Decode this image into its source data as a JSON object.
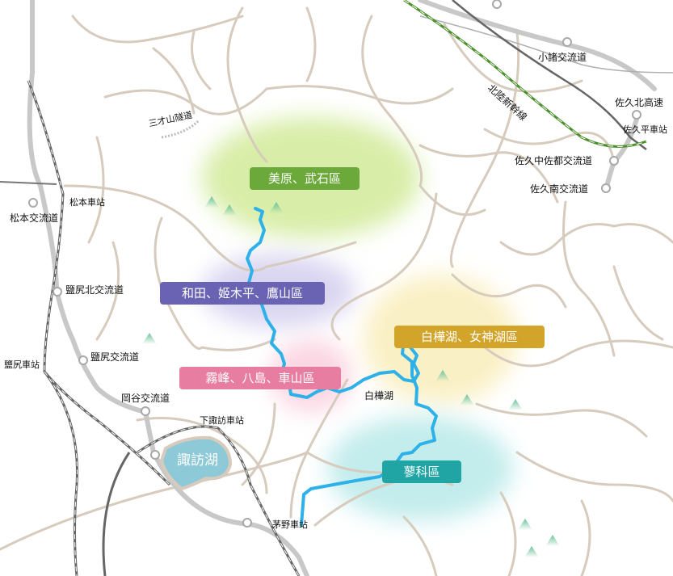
{
  "regions": [
    {
      "label": "美原、武石區",
      "color": "#6aa93a",
      "glow": "#d4ec9f"
    },
    {
      "label": "和田、姬木平、鷹山區",
      "color": "#6a63b3",
      "glow": "#d9d5f1"
    },
    {
      "label": "霧峰、八島、車山區",
      "color": "#e87da2",
      "glow": "#fbd6e2"
    },
    {
      "label": "白樺湖、女神湖區",
      "color": "#d3a42a",
      "glow": "#faf0c5"
    },
    {
      "label": "蓼科區",
      "color": "#21a5a4",
      "glow": "#c3ecec"
    }
  ],
  "places": {
    "matsumoto_ic": "松本交流道",
    "matsumoto_station": "松本車站",
    "shiojiri_kita_ic": "鹽尻北交流道",
    "shiojiri_ic": "鹽尻交流道",
    "shiojiri_station": "鹽尻車站",
    "okaya_ic": "岡谷交流道",
    "shimosuwa_station": "下諏訪車站",
    "lake_suwa": "諏訪湖",
    "chino_station": "茅野車站",
    "shirakaba_lake": "白樺湖",
    "sansaiyama_tunnel": "三才山隧道",
    "komoro_ic": "小諸交流道",
    "hokuriku_shinkansen": "北陸新幹線",
    "saku_kita": "佐久北高速",
    "sakudaira_station": "佐久平車站",
    "saku_chusa_ic": "佐久中佐都交流道",
    "saku_minami_ic": "佐久南交流道"
  },
  "colors": {
    "route": "#2db1e8",
    "road": "#d6cbbd",
    "expressway": "#c8c8c8",
    "lake": "#8ec9d8",
    "mountain": "#7cc8a4"
  }
}
